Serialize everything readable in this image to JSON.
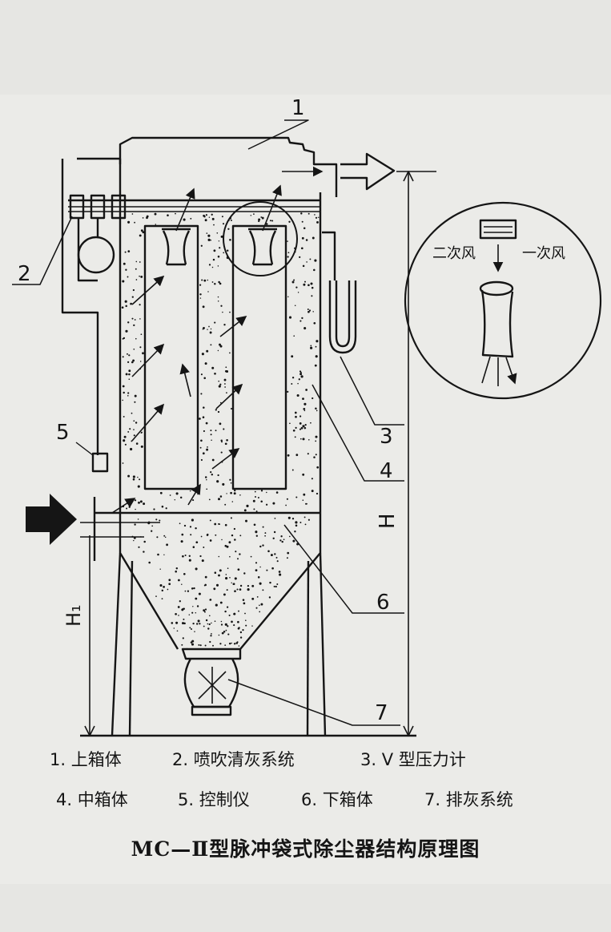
{
  "callouts": {
    "n1": "1",
    "n2": "2",
    "n3": "3",
    "n4": "4",
    "n5": "5",
    "n6": "6",
    "n7": "7"
  },
  "dimensions": {
    "h": "H",
    "h1": "H₁"
  },
  "inset": {
    "secondary_air": "二次风",
    "primary_air": "一次风"
  },
  "legend": [
    "1. 上箱体",
    "2. 喷吹清灰系统",
    "3. V 型压力计",
    "4. 中箱体",
    "5. 控制仪",
    "6. 下箱体",
    "7. 排灰系统"
  ],
  "caption": "MC—Ⅱ型脉冲袋式除尘器结构原理图",
  "colors": {
    "ink": "#151515",
    "paper": "#ebebe8",
    "border": "#e6e6e3"
  }
}
